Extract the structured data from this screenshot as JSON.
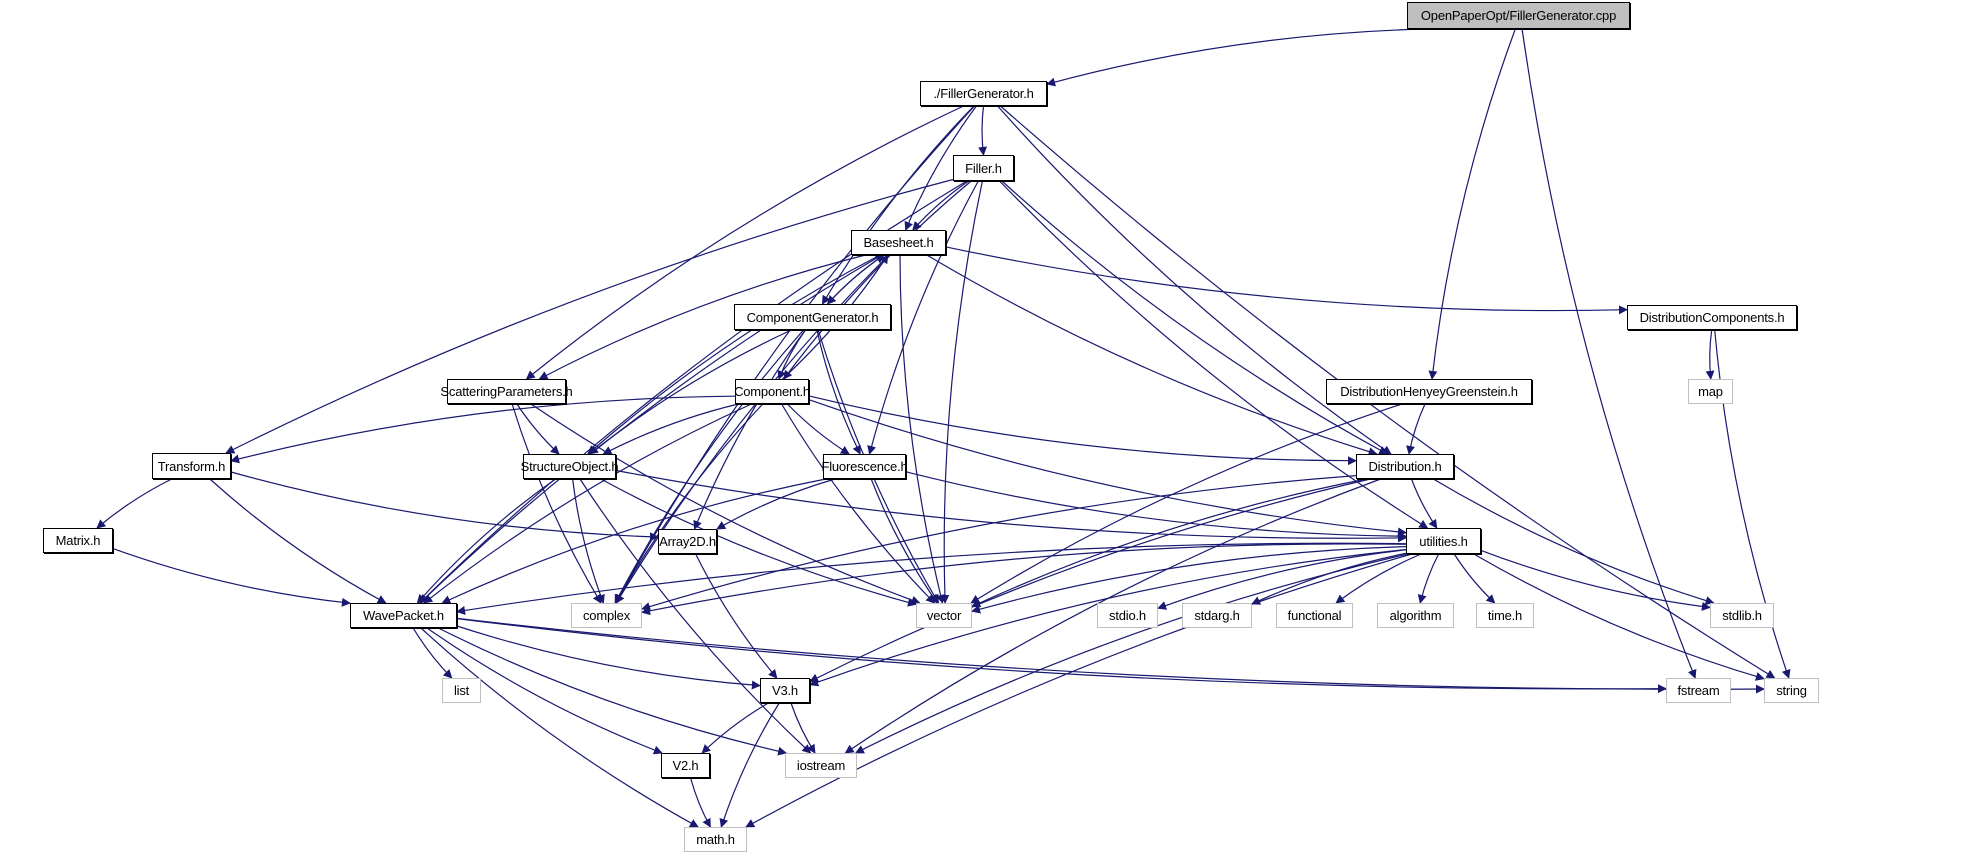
{
  "title": "OpenPaperOpt/FillerGenerator.cpp include dependency graph",
  "colors": {
    "edge": "#191970",
    "root_fill": "#bfbfbf",
    "local_border": "#000000",
    "system_border": "#bfbfbf"
  },
  "nodes": [
    {
      "id": "root",
      "label": "OpenPaperOpt/FillerGenerator.cpp",
      "kind": "root"
    },
    {
      "id": "fillergen",
      "label": "./FillerGenerator.h",
      "kind": "local"
    },
    {
      "id": "filler",
      "label": "Filler.h",
      "kind": "local"
    },
    {
      "id": "basesheet",
      "label": "Basesheet.h",
      "kind": "local"
    },
    {
      "id": "compgen",
      "label": "ComponentGenerator.h",
      "kind": "local"
    },
    {
      "id": "scatter",
      "label": "ScatteringParameters.h",
      "kind": "local"
    },
    {
      "id": "component",
      "label": "Component.h",
      "kind": "local"
    },
    {
      "id": "structobj",
      "label": "StructureObject.h",
      "kind": "local"
    },
    {
      "id": "fluor",
      "label": "Fluorescence.h",
      "kind": "local"
    },
    {
      "id": "array2d",
      "label": "Array2D.h",
      "kind": "local"
    },
    {
      "id": "transform",
      "label": "Transform.h",
      "kind": "local"
    },
    {
      "id": "matrix",
      "label": "Matrix.h",
      "kind": "local"
    },
    {
      "id": "wavepacket",
      "label": "WavePacket.h",
      "kind": "local"
    },
    {
      "id": "v3",
      "label": "V3.h",
      "kind": "local"
    },
    {
      "id": "v2",
      "label": "V2.h",
      "kind": "local"
    },
    {
      "id": "disthg",
      "label": "DistributionHenyeyGreenstein.h",
      "kind": "local"
    },
    {
      "id": "distcomp",
      "label": "DistributionComponents.h",
      "kind": "local"
    },
    {
      "id": "dist",
      "label": "Distribution.h",
      "kind": "local"
    },
    {
      "id": "utilities",
      "label": "utilities.h",
      "kind": "local"
    },
    {
      "id": "map",
      "label": "map",
      "kind": "system"
    },
    {
      "id": "complex",
      "label": "complex",
      "kind": "system"
    },
    {
      "id": "vector",
      "label": "vector",
      "kind": "system"
    },
    {
      "id": "stdio",
      "label": "stdio.h",
      "kind": "system"
    },
    {
      "id": "stdarg",
      "label": "stdarg.h",
      "kind": "system"
    },
    {
      "id": "functional",
      "label": "functional",
      "kind": "system"
    },
    {
      "id": "algorithm",
      "label": "algorithm",
      "kind": "system"
    },
    {
      "id": "time",
      "label": "time.h",
      "kind": "system"
    },
    {
      "id": "stdlib",
      "label": "stdlib.h",
      "kind": "system"
    },
    {
      "id": "list",
      "label": "list",
      "kind": "system"
    },
    {
      "id": "fstream",
      "label": "fstream",
      "kind": "system"
    },
    {
      "id": "string",
      "label": "string",
      "kind": "system"
    },
    {
      "id": "iostream",
      "label": "iostream",
      "kind": "system"
    },
    {
      "id": "math",
      "label": "math.h",
      "kind": "system"
    }
  ],
  "edges": [
    [
      "root",
      "fillergen"
    ],
    [
      "root",
      "disthg"
    ],
    [
      "root",
      "fstream"
    ],
    [
      "fillergen",
      "filler"
    ],
    [
      "fillergen",
      "basesheet"
    ],
    [
      "fillergen",
      "compgen"
    ],
    [
      "fillergen",
      "scatter"
    ],
    [
      "fillergen",
      "dist"
    ],
    [
      "fillergen",
      "string"
    ],
    [
      "fillergen",
      "complex"
    ],
    [
      "filler",
      "basesheet"
    ],
    [
      "filler",
      "component"
    ],
    [
      "filler",
      "fluor"
    ],
    [
      "filler",
      "transform"
    ],
    [
      "filler",
      "wavepacket"
    ],
    [
      "filler",
      "vector"
    ],
    [
      "filler",
      "dist"
    ],
    [
      "filler",
      "utilities"
    ],
    [
      "basesheet",
      "compgen"
    ],
    [
      "basesheet",
      "scatter"
    ],
    [
      "basesheet",
      "structobj"
    ],
    [
      "basesheet",
      "wavepacket"
    ],
    [
      "basesheet",
      "complex"
    ],
    [
      "basesheet",
      "vector"
    ],
    [
      "basesheet",
      "dist"
    ],
    [
      "basesheet",
      "distcomp"
    ],
    [
      "compgen",
      "basesheet"
    ],
    [
      "compgen",
      "component"
    ],
    [
      "compgen",
      "structobj"
    ],
    [
      "compgen",
      "array2d"
    ],
    [
      "compgen",
      "fluor"
    ],
    [
      "compgen",
      "complex"
    ],
    [
      "compgen",
      "vector"
    ],
    [
      "component",
      "basesheet"
    ],
    [
      "component",
      "structobj"
    ],
    [
      "component",
      "fluor"
    ],
    [
      "component",
      "transform"
    ],
    [
      "component",
      "wavepacket"
    ],
    [
      "component",
      "complex"
    ],
    [
      "component",
      "vector"
    ],
    [
      "component",
      "dist"
    ],
    [
      "component",
      "utilities"
    ],
    [
      "scatter",
      "structobj"
    ],
    [
      "scatter",
      "complex"
    ],
    [
      "scatter",
      "vector"
    ],
    [
      "structobj",
      "wavepacket"
    ],
    [
      "structobj",
      "complex"
    ],
    [
      "structobj",
      "vector"
    ],
    [
      "structobj",
      "utilities"
    ],
    [
      "structobj",
      "iostream"
    ],
    [
      "fluor",
      "array2d"
    ],
    [
      "fluor",
      "wavepacket"
    ],
    [
      "fluor",
      "vector"
    ],
    [
      "fluor",
      "utilities"
    ],
    [
      "transform",
      "matrix"
    ],
    [
      "transform",
      "wavepacket"
    ],
    [
      "transform",
      "array2d"
    ],
    [
      "matrix",
      "wavepacket"
    ],
    [
      "array2d",
      "v3"
    ],
    [
      "wavepacket",
      "list"
    ],
    [
      "wavepacket",
      "v3"
    ],
    [
      "wavepacket",
      "v2"
    ],
    [
      "wavepacket",
      "iostream"
    ],
    [
      "wavepacket",
      "math"
    ],
    [
      "wavepacket",
      "string"
    ],
    [
      "wavepacket",
      "fstream"
    ],
    [
      "v3",
      "v2"
    ],
    [
      "v3",
      "iostream"
    ],
    [
      "v3",
      "math"
    ],
    [
      "v2",
      "math"
    ],
    [
      "disthg",
      "dist"
    ],
    [
      "disthg",
      "vector"
    ],
    [
      "distcomp",
      "map"
    ],
    [
      "distcomp",
      "string"
    ],
    [
      "dist",
      "utilities"
    ],
    [
      "dist",
      "complex"
    ],
    [
      "dist",
      "vector"
    ],
    [
      "dist",
      "v3"
    ],
    [
      "dist",
      "stdlib"
    ],
    [
      "dist",
      "iostream"
    ],
    [
      "utilities",
      "vector"
    ],
    [
      "utilities",
      "complex"
    ],
    [
      "utilities",
      "wavepacket"
    ],
    [
      "utilities",
      "v3"
    ],
    [
      "utilities",
      "stdio"
    ],
    [
      "utilities",
      "stdarg"
    ],
    [
      "utilities",
      "functional"
    ],
    [
      "utilities",
      "algorithm"
    ],
    [
      "utilities",
      "time"
    ],
    [
      "utilities",
      "stdlib"
    ],
    [
      "utilities",
      "string"
    ],
    [
      "utilities",
      "iostream"
    ],
    [
      "utilities",
      "math"
    ]
  ]
}
